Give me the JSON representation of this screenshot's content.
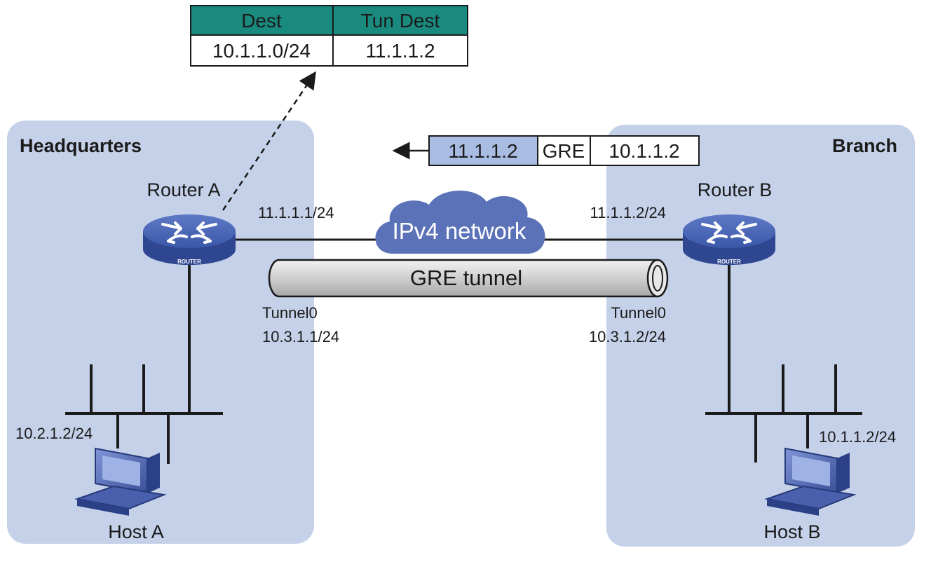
{
  "regions": {
    "headquarters": "Headquarters",
    "branch": "Branch"
  },
  "routers": {
    "a": {
      "label": "Router A",
      "badge": "ROUTER",
      "wan_ip": "11.1.1.1/24",
      "tunnel_name": "Tunnel0",
      "tunnel_ip": "10.3.1.1/24"
    },
    "b": {
      "label": "Router B",
      "badge": "ROUTER",
      "wan_ip": "11.1.1.2/24",
      "tunnel_name": "Tunnel0",
      "tunnel_ip": "10.3.1.2/24"
    }
  },
  "hosts": {
    "a": {
      "label": "Host A",
      "ip": "10.2.1.2/24"
    },
    "b": {
      "label": "Host B",
      "ip": "10.1.1.2/24"
    }
  },
  "network": {
    "cloud_label": "IPv4 network",
    "tunnel_label": "GRE tunnel"
  },
  "route_table": {
    "headers": [
      "Dest",
      "Tun Dest"
    ],
    "row": [
      "10.1.1.0/24",
      "11.1.1.2"
    ]
  },
  "packet": {
    "fields": [
      "11.1.1.2",
      "GRE",
      "10.1.1.2"
    ]
  },
  "colors": {
    "region_fill": "#c5d1e9",
    "table_header": "#1a8a7e",
    "packet_outer_header": "#a9bde3",
    "cloud": "#5b72b8",
    "router_body": "#3f5aa8",
    "tunnel_fill": "#d6d6d6"
  }
}
